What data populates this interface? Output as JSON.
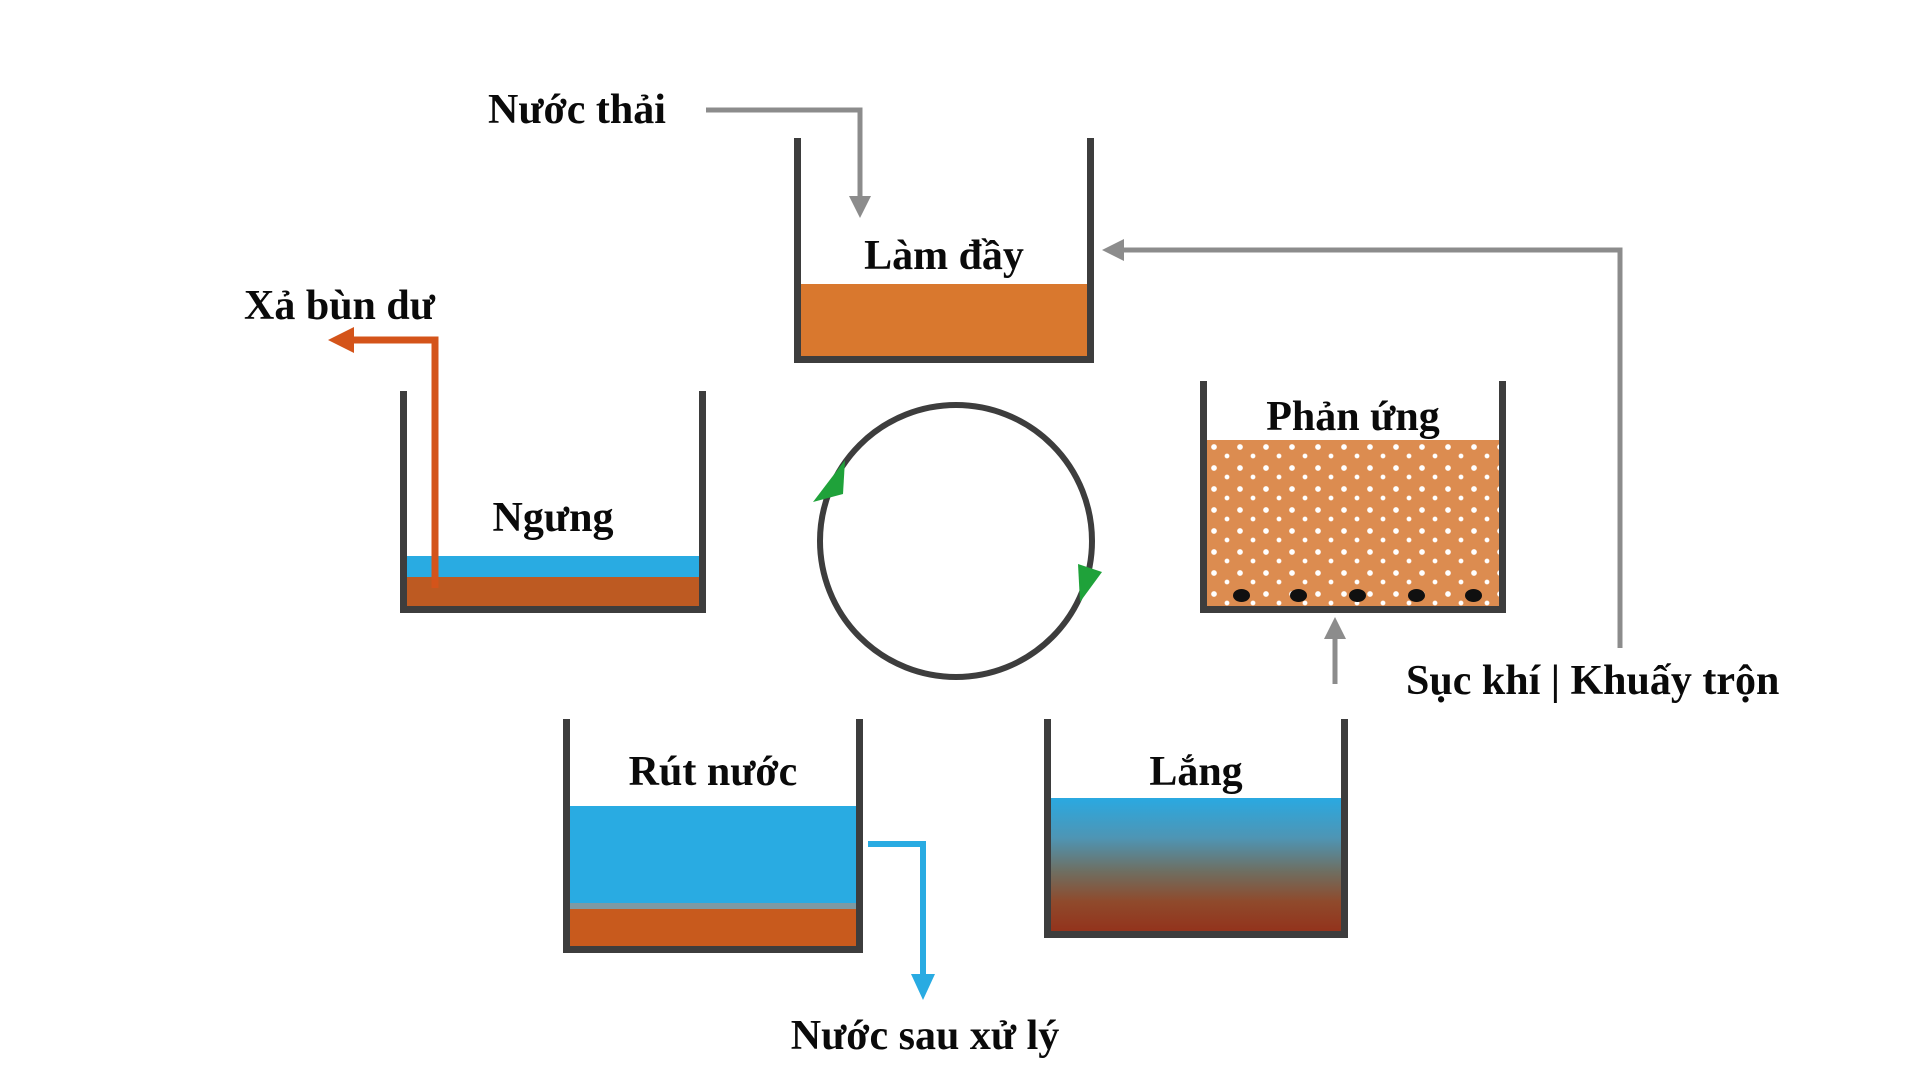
{
  "diagram": {
    "labels": {
      "influent": "Nước thải",
      "fill": "Làm đầy",
      "react": "Phản ứng",
      "aeration": "Sục khí | Khuấy trộn",
      "idle": "Ngưng",
      "sludge": "Xả bùn dư",
      "decant": "Rút nước",
      "effluent": "Nước sau xử lý",
      "settle": "Lắng"
    },
    "colors": {
      "tank_wall": "#3d3d3d",
      "fill_liquid_orange": "#d9782e",
      "react_liquid_orange": "#dc8c50",
      "water_blue": "#29abe2",
      "sludge_brown": "#bd5a22",
      "decant_bottom_orange": "#c85a1d",
      "settle_gradient_top": "#2aa9e1",
      "settle_gradient_bottom": "#93331c",
      "arrow_gray": "#8c8c8c",
      "arrow_orange": "#d4541a",
      "arrow_blue": "#29abe2",
      "cycle_green": "#1fa23a"
    }
  }
}
